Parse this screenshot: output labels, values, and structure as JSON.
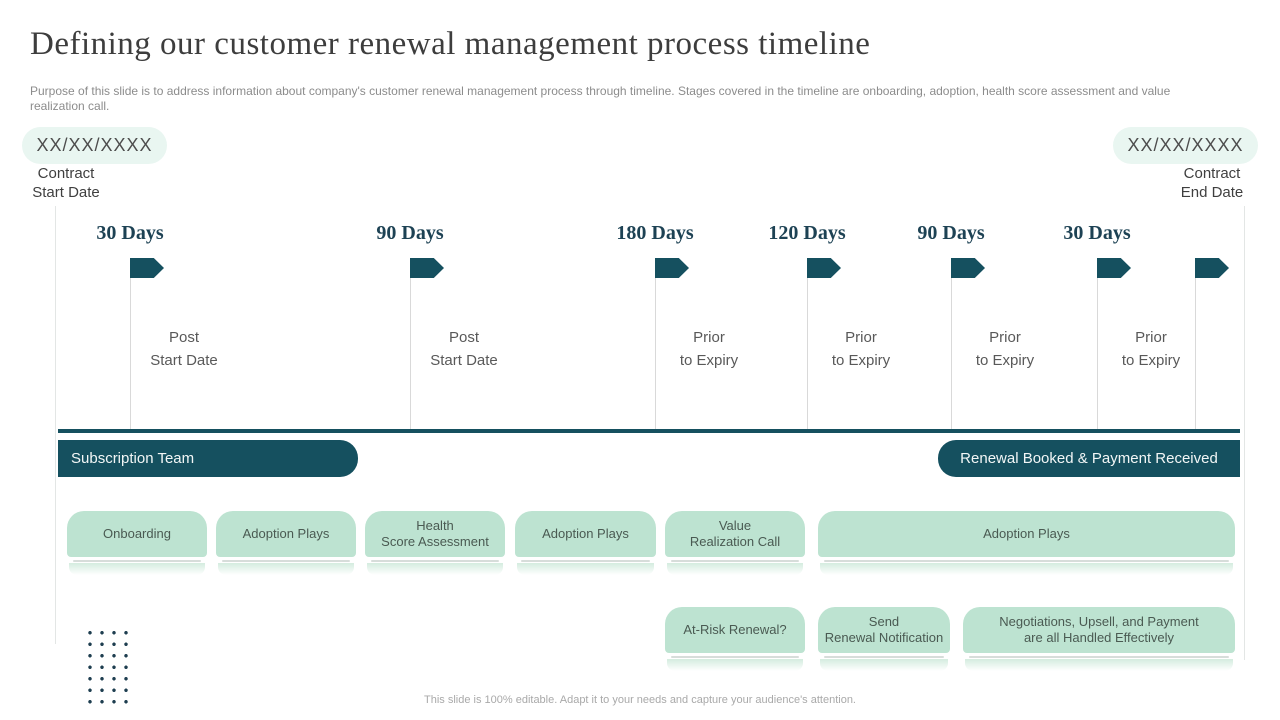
{
  "colors": {
    "accent_dark_teal": "#15505f",
    "duration_label": "#1d4254",
    "stage_green": "#bde3d1",
    "pill_green": "#e9f6f1",
    "body_gray": "#595959",
    "muted_gray": "#a9a9a9"
  },
  "header": {
    "title": "Defining our customer renewal management process timeline",
    "subtitle": "Purpose of this slide is to address information about company's customer renewal management process through timeline. Stages covered in the timeline are onboarding, adoption, health score assessment and value realization call."
  },
  "contract_start": {
    "date": "XX/XX/XXXX",
    "label": "Contract\nStart Date"
  },
  "contract_end": {
    "date": "XX/XX/XXXX",
    "label": "Contract\nEnd Date"
  },
  "timeline": {
    "milestones": [
      {
        "duration": "30 Days",
        "phase": "Post\nStart Date"
      },
      {
        "duration": "90 Days",
        "phase": "Post\nStart Date"
      },
      {
        "duration": "180 Days",
        "phase": "Prior\nto Expiry"
      },
      {
        "duration": "120 Days",
        "phase": "Prior\nto Expiry"
      },
      {
        "duration": "90 Days",
        "phase": "Prior\nto Expiry"
      },
      {
        "duration": "30 Days",
        "phase": "Prior\nto Expiry"
      }
    ],
    "left_band": "Subscription Team",
    "right_band": "Renewal Booked & Payment Received"
  },
  "stages_row1": [
    {
      "label": "Onboarding"
    },
    {
      "label": "Adoption Plays"
    },
    {
      "label": "Health\nScore Assessment"
    },
    {
      "label": "Adoption Plays"
    },
    {
      "label": "Value\nRealization Call"
    },
    {
      "label": "Adoption Plays"
    }
  ],
  "stages_row2": [
    {
      "label": "At-Risk Renewal?"
    },
    {
      "label": "Send\nRenewal Notification"
    },
    {
      "label": "Negotiations, Upsell, and Payment\nare all Handled Effectively"
    }
  ],
  "footer": "This slide is 100% editable. Adapt it to your needs and capture your audience's attention."
}
